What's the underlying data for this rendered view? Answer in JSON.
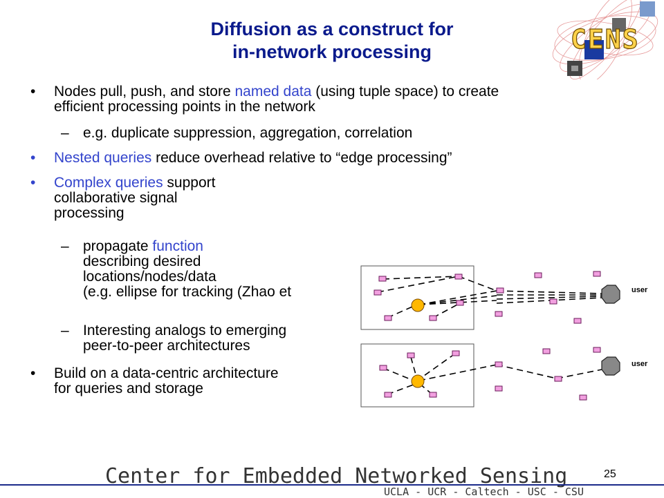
{
  "title": {
    "line1": "Diffusion as a construct for",
    "line2": "in-network processing"
  },
  "logo": {
    "text": "CENS"
  },
  "bullets": {
    "b1": {
      "line1_pre": "Nodes pull, push, and store ",
      "line1_hl": "named data",
      "line1_post": " (using tuple space) to create",
      "line2": "efficient processing points in the network"
    },
    "s1": "e.g. duplicate suppression, aggregation, correlation",
    "b2": {
      "hl": "Nested queries",
      "post": " reduce overhead relative to “edge processing”"
    },
    "b3": {
      "hl": "Complex queries",
      "post": " support",
      "line2": "collaborative signal",
      "line3": "processing"
    },
    "s2": {
      "pre": "propagate ",
      "hl": "function",
      "line2": "describing desired",
      "line3": "locations/nodes/data",
      "line4": "(e.g. ellipse for tracking (Zhao et"
    },
    "s3": {
      "line1": "Interesting analogs to emerging",
      "line2": "peer-to-peer architectures"
    },
    "b4": {
      "line1": "Build on a data-centric architecture",
      "line2": "for queries and storage"
    },
    "bullet_char": "•",
    "dash_char": "–"
  },
  "diagram": {
    "user_label_top": "user",
    "user_label_bottom": "user"
  },
  "footer": {
    "title": "Center for Embedded Networked Sensing",
    "subtitle": "UCLA - UCR - Caltech - USC - CSU",
    "slide_number": "25"
  },
  "colors": {
    "title": "#0a1a8c",
    "highlight": "#3344cc",
    "node_fill": "#f2a0e0",
    "sink_fill": "#ffb800",
    "user_fill": "#888888"
  }
}
